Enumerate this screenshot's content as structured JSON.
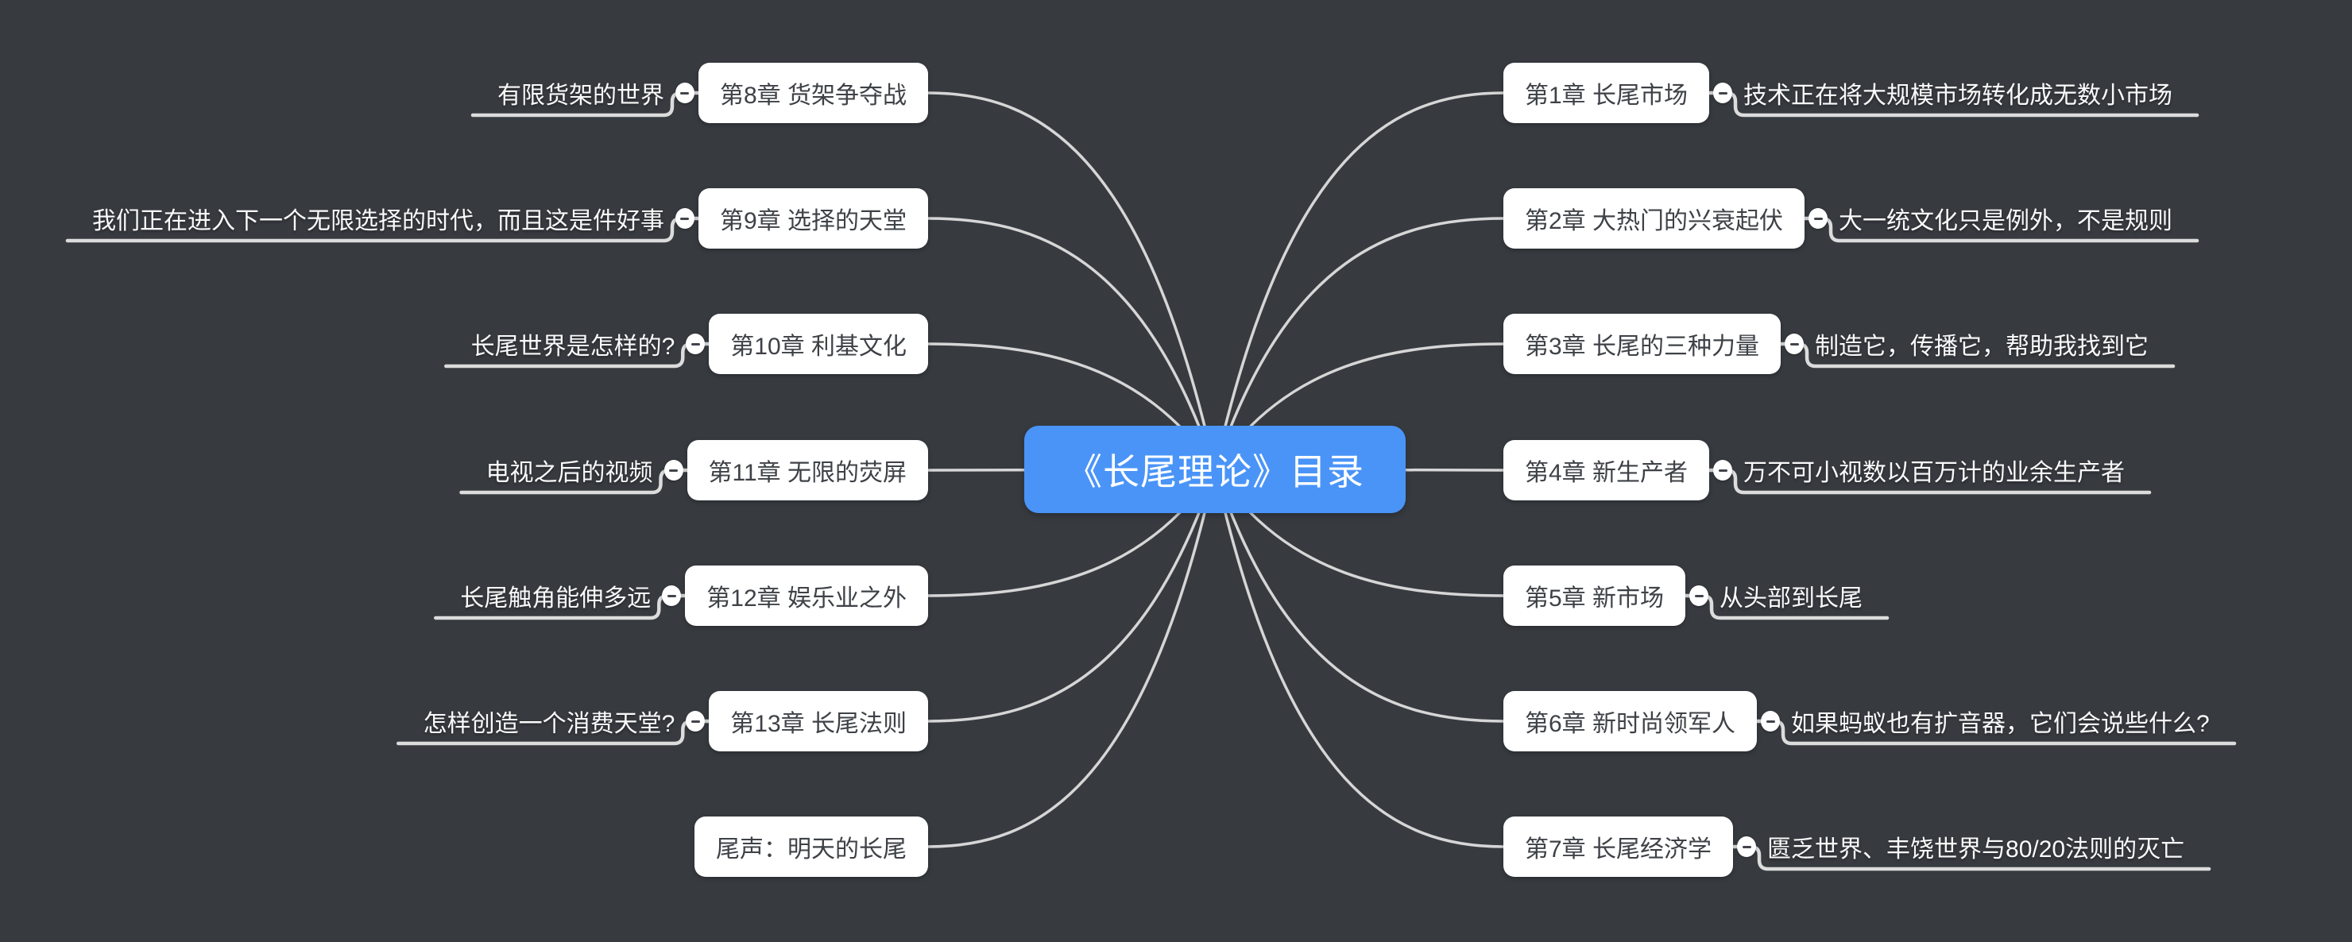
{
  "app": {
    "type": "mind-map"
  },
  "center": {
    "label": "《长尾理论》目录"
  },
  "right_branches": [
    {
      "chapter": "第1章 长尾市场",
      "note": "技术正在将大规模市场转化成无数小市场"
    },
    {
      "chapter": "第2章 大热门的兴衰起伏",
      "note": "大一统文化只是例外，不是规则"
    },
    {
      "chapter": "第3章 长尾的三种力量",
      "note": "制造它，传播它，帮助我找到它"
    },
    {
      "chapter": "第4章 新生产者",
      "note": "万不可小视数以百万计的业余生产者"
    },
    {
      "chapter": "第5章 新市场",
      "note": "从头部到长尾"
    },
    {
      "chapter": "第6章 新时尚领军人",
      "note": "如果蚂蚁也有扩音器，它们会说些什么?"
    },
    {
      "chapter": "第7章 长尾经济学",
      "note": "匮乏世界、丰饶世界与80/20法则的灭亡"
    }
  ],
  "left_branches": [
    {
      "chapter": "第8章 货架争夺战",
      "note": "有限货架的世界"
    },
    {
      "chapter": "第9章 选择的天堂",
      "note": "我们正在进入下一个无限选择的时代，而且这是件好事"
    },
    {
      "chapter": "第10章 利基文化",
      "note": "长尾世界是怎样的?"
    },
    {
      "chapter": "第11章 无限的荧屏",
      "note": "电视之后的视频"
    },
    {
      "chapter": "第12章 娱乐业之外",
      "note": "长尾触角能伸多远"
    },
    {
      "chapter": "第13章 长尾法则",
      "note": "怎样创造一个消费天堂?"
    },
    {
      "chapter": "尾声：明天的长尾",
      "note": null
    }
  ],
  "icons": {
    "collapse": "minus-icon"
  },
  "colors": {
    "background": "#373B40",
    "center_fill": "#4A94F8",
    "center_text": "#FFFFFF",
    "node_fill": "#FFFFFF",
    "node_text": "#3E4146",
    "connector_line": "#D6D6D6",
    "note_underline": "#DCDCDC",
    "note_text": "#FAFAFA"
  }
}
